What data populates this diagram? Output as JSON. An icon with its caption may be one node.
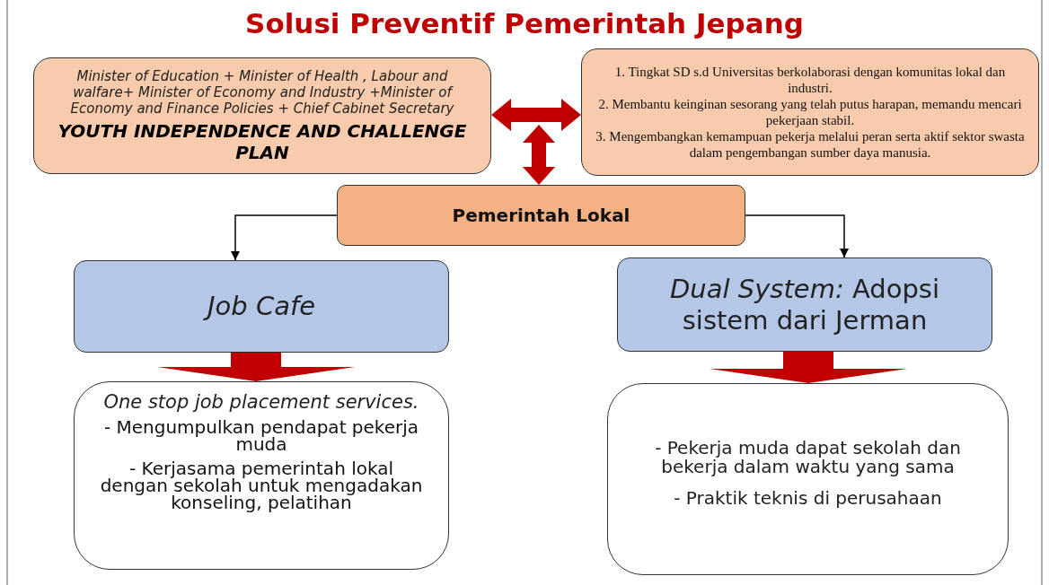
{
  "diagram": {
    "title": "Solusi Preventif Pemerintah Jepang",
    "nodes": [
      {
        "text": [
          "Minister of Education + Minister of Health , Labour and walfare+ Minister of Economy and Industry +Minister of Economy and Finance Policies + Chief Cabinet Secretary",
          "YOUTH INDEPENDENCE AND CHALLENGE PLAN"
        ]
      },
      {
        "text": [
          "1. Tingkat SD s.d Universitas berkolaborasi dengan komunitas lokal dan industri.",
          "2. Membantu keinginan sesorang yang telah putus harapan, memandu mencari pekerjaan stabil.",
          "3. Mengembangkan kemampuan pekerja melalui peran serta aktif sektor swasta dalam pengembangan sumber daya manusia."
        ]
      },
      {
        "text": [
          "Pemerintah Lokal"
        ]
      },
      {
        "text": [
          "Job Cafe"
        ]
      },
      {
        "text": [
          "*Dual System:* Adopsi sistem dari Jerman"
        ]
      },
      {
        "text": [
          "One stop job placement services.",
          "- Mengumpulkan pendapat pekerja muda",
          "- Kerjasama pemerintah lokal dengan sekolah untuk mengadakan konseling, pelatihan"
        ]
      },
      {
        "text": [
          "- Pekerja muda dapat sekolah dan bekerja dalam waktu yang sama",
          "- Praktik teknis di perusahaan"
        ]
      }
    ],
    "edges": [
      {
        "from": 0,
        "to": 1,
        "arrow": "both",
        "style": "thick",
        "color": "#c00000"
      },
      {
        "from": 2,
        "to": null,
        "arrow": "both",
        "style": "thick",
        "color": "#c00000"
      },
      {
        "from": 2,
        "to": 3,
        "arrow": "to"
      },
      {
        "from": 2,
        "to": 4,
        "arrow": "to"
      },
      {
        "from": 3,
        "to": 5,
        "arrow": "to",
        "style": "thick",
        "color": "#c00000"
      },
      {
        "from": 4,
        "to": 6,
        "arrow": "to",
        "style": "thick",
        "color": "#c00000"
      }
    ]
  }
}
